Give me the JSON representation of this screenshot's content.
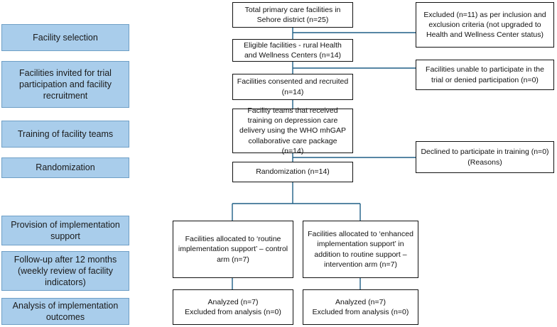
{
  "stages": [
    "Facility selection",
    "Facilities invited for trial participation and facility recruitment",
    "Training of facility teams",
    "Randomization",
    "Provision of implementation support",
    "Follow-up after 12 months (weekly review of facility indicators)",
    "Analysis of implementation outcomes"
  ],
  "flow": {
    "total": "Total primary care facilities in Sehore district (n=25)",
    "eligible": "Eligible facilities - rural Health and Wellness Centers (n=14)",
    "consented": "Facilities consented and recruited (n=14)",
    "trained": "Facility teams that received training on depression care delivery using the WHO mhGAP collaborative care package (n=14)",
    "randomization": "Randomization (n=14)",
    "control": "Facilities allocated to ‘routine implementation support’ – control arm (n=7)",
    "intervention": "Facilities allocated to ‘enhanced implementation support’ in addition to routine support – intervention arm (n=7)",
    "analyzed_control": {
      "line1": "Analyzed (n=7)",
      "line2": "Excluded from analysis (n=0)"
    },
    "analyzed_intervention": {
      "line1": "Analyzed (n=7)",
      "line2": "Excluded from analysis (n=0)"
    }
  },
  "exclusions": {
    "excluded": "Excluded (n=11) as per inclusion and exclusion criteria (not upgraded to Health and Wellness Center status)",
    "unable": "Facilities unable to participate in the trial or denied participation (n=0)",
    "declined": "Declined to participate in training (n=0) (Reasons)"
  },
  "colors": {
    "stage_fill": "#a9cdeb",
    "connector": "#1f5f86"
  }
}
